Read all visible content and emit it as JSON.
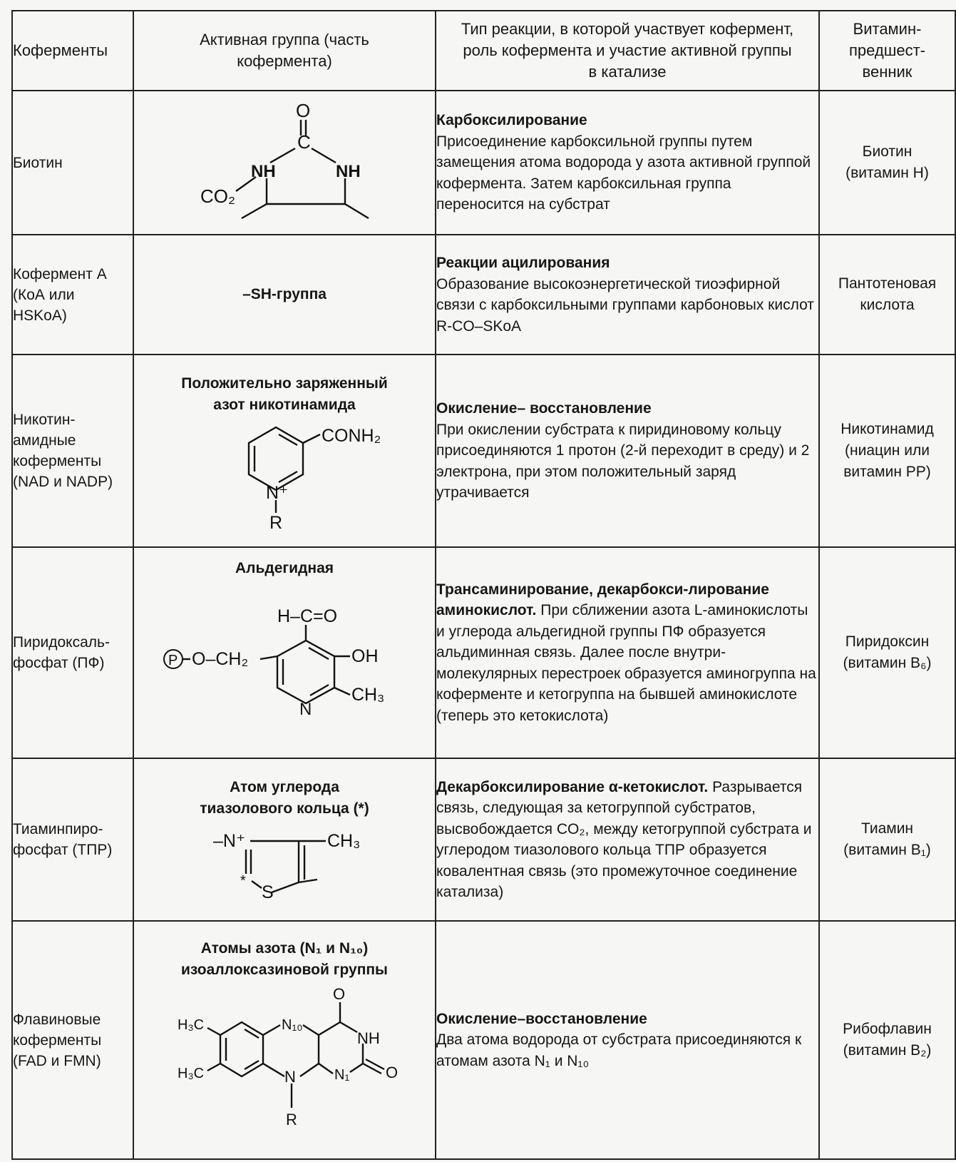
{
  "headers": {
    "coenzymes": "Коферменты",
    "active_group": "Активная группа (часть кофермента)",
    "reaction": "Тип реакции, в которой участвует кофермент, роль кофермента и участие активной группы в катализе",
    "vitamin": "Витамин-предшест-венник"
  },
  "rows": [
    {
      "name": "Биотин",
      "group_title": "",
      "group_text": "",
      "reaction_title": "Карбоксилирование",
      "reaction_text": "Присоединение карбоксильной группы путем замещения атома водорода у азота активной группой кофермента. Затем карбоксильная группа переносится на субстрат",
      "vitamin": "Биотин (витамин Н)"
    },
    {
      "name": "Кофермент А (КоА или HSKoA)",
      "group_title": "",
      "group_text": "–SH-группа",
      "reaction_title": "Реакции ацилирования",
      "reaction_text": "Образование высокоэнергетической тиоэфирной связи с карбоксильными группами карбоновых кислот R-CO–SKoA",
      "vitamin": "Пантотеновая кислота"
    },
    {
      "name": "Никотин-амидные коферменты (NAD и NADP)",
      "group_title": "Положительно заряженный азот никотинамида",
      "group_text": "",
      "reaction_title": "Окисление– восстановление",
      "reaction_text": "При окислении субстрата к пиридиновому кольцу присоединяются 1 протон (2-й переходит в среду) и 2 электрона, при этом положительный заряд утрачивается",
      "vitamin": "Никотинамид (ниацин или витамин PP)"
    },
    {
      "name": "Пиридоксаль-фосфат (ПФ)",
      "group_title": "Альдегидная",
      "group_text": "",
      "reaction_title": "Трансаминирование, декарбокси-лирование аминокислот.",
      "reaction_text": "При сближении азота L-аминокислоты и углерода альдегидной группы ПФ образуется альдиминная связь. Далее после внутри-молекулярных перестроек образуется аминогруппа на коферменте и кетогруппа на бывшей аминокислоте (теперь это кетокислота)",
      "vitamin": "Пиридоксин (витамин B₆)"
    },
    {
      "name": "Тиаминпиро-фосфат (ТПР)",
      "group_title": "Атом углерода тиазолового кольца (*)",
      "group_text": "",
      "reaction_title": "Декарбоксилирование α-кетокислот.",
      "reaction_text": "Разрывается связь, следующая за кетогруппой субстратов, высвобождается CO₂, между кетогруппой субстрата и углеродом тиазолового кольца ТПР образуется ковалентная связь (это промежуточное соединение катализа)",
      "vitamin": "Тиамин (витамин B₁)"
    },
    {
      "name": "Флавиновые коферменты (FAD и FMN)",
      "group_title": "Атомы азота (N₁ и N₁₀) изоаллоксазиновой группы",
      "group_text": "",
      "reaction_title": "Окисление–восстановление",
      "reaction_text": "Два атома водорода от субстрата присоединяются к атомам азота N₁ и N₁₀",
      "vitamin": "Рибофлавин (витамин B₂)"
    }
  ],
  "structures": {
    "biotin": {
      "o": "O",
      "c": "C",
      "nh": "NH",
      "co2": "CO₂"
    },
    "nicotinamide": {
      "conh2": "CONH₂",
      "n_plus": "N⁺",
      "r": "R"
    },
    "pyridoxal": {
      "p": "P",
      "ch2": "O–CH₂",
      "hco": "H–C=O",
      "oh": "OH",
      "ch3": "CH₃",
      "n": "N"
    },
    "thiazole": {
      "n_plus": "–N⁺",
      "ch3": "CH₃",
      "star": "*",
      "s": "S"
    },
    "flavin": {
      "h3c": "H₃C",
      "n10": "N₁₀",
      "n1": "N₁",
      "nh": "NH",
      "o": "O",
      "n": "N",
      "r": "R"
    }
  }
}
